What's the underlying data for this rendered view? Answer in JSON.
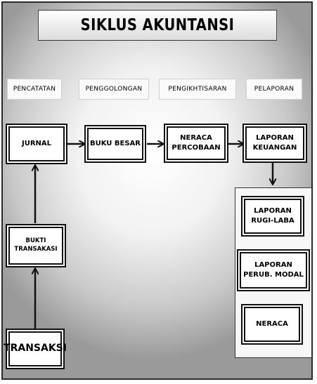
{
  "title": "SIKLUS AKUNTANSI",
  "stages": [
    "PENCATATAN",
    "PENGGOLONGAN",
    "PENGIKHTISARAN",
    "PELAPORAN"
  ],
  "nodes": {
    "jurnal": "JURNAL",
    "buku_besar": "BUKU BESAR",
    "neraca_percobaan": "NERACA\nPERCOBAAN",
    "laporan_keuangan": "LAPORAN\nKEUANGAN",
    "bukti_transaksi": "BUKTI\nTRANSAKASI",
    "transaksi": "TRANSAKSI",
    "laporan_rugi_laba": "LAPORAN\nRUGI-LABA",
    "laporan_perub_modal": "LAPORAN\nPERUB. MODAL",
    "neraca": "NERACA"
  }
}
